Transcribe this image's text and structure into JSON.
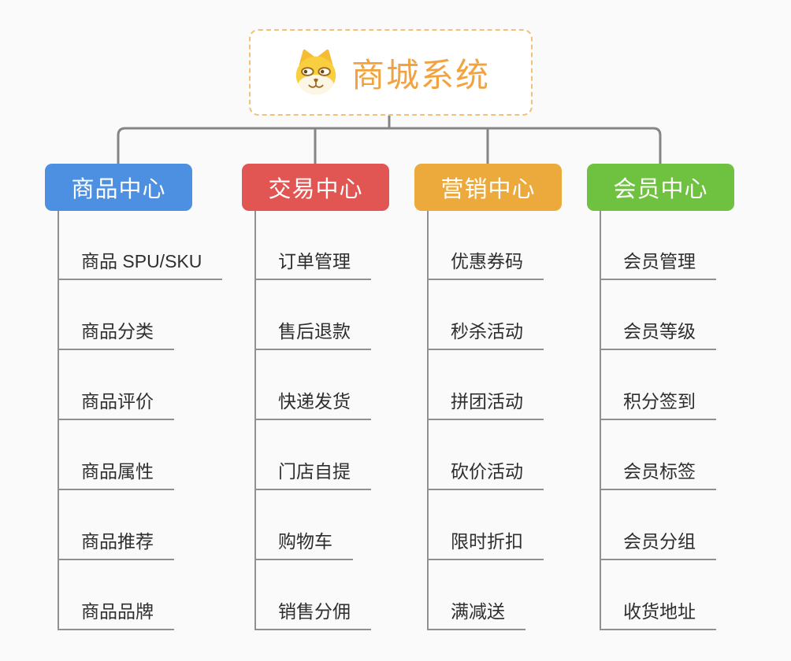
{
  "root": {
    "title": "商城系统",
    "icon": "dog-face-icon"
  },
  "branches": [
    {
      "label": "商品中心",
      "color": "#4d90e2",
      "items": [
        "商品 SPU/SKU",
        "商品分类",
        "商品评价",
        "商品属性",
        "商品推荐",
        "商品品牌"
      ]
    },
    {
      "label": "交易中心",
      "color": "#e15552",
      "items": [
        "订单管理",
        "售后退款",
        "快递发货",
        "门店自提",
        "购物车",
        "销售分佣"
      ]
    },
    {
      "label": "营销中心",
      "color": "#ecaa3c",
      "items": [
        "优惠券码",
        "秒杀活动",
        "拼团活动",
        "砍价活动",
        "限时折扣",
        "满减送"
      ]
    },
    {
      "label": "会员中心",
      "color": "#6fc140",
      "items": [
        "会员管理",
        "会员等级",
        "积分签到",
        "会员标签",
        "会员分组",
        "收货地址"
      ]
    }
  ],
  "colors": {
    "background": "#fafafa",
    "root_accent": "#f2a33f",
    "root_border": "#f2c07a",
    "connector_line": "#858585",
    "leaf_line": "#909090"
  }
}
